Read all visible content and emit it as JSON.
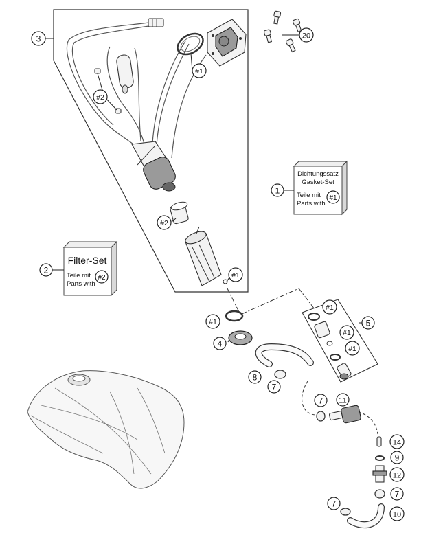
{
  "callouts": {
    "c1": "1",
    "c2": "2",
    "c3": "3",
    "c4": "4",
    "c5": "5",
    "c7a": "7",
    "c7b": "7",
    "c7c": "7",
    "c7d": "7",
    "c8": "8",
    "c9": "9",
    "c10": "10",
    "c11": "11",
    "c12": "12",
    "c14": "14",
    "c20": "20",
    "h1a": "#1",
    "h1b": "#1",
    "h1c": "#1",
    "h1d": "#1",
    "h1e": "#1",
    "h1f": "#1",
    "h2a": "#2",
    "h2b": "#2"
  },
  "gasket_set": {
    "line1": "Dichtungssatz",
    "line2": "Gasket-Set",
    "parts_de": "Teile mit",
    "parts_en": "Parts with",
    "tag": "#1"
  },
  "filter_set": {
    "title": "Filter-Set",
    "parts_de": "Teile mit",
    "parts_en": "Parts with",
    "tag": "#2"
  }
}
